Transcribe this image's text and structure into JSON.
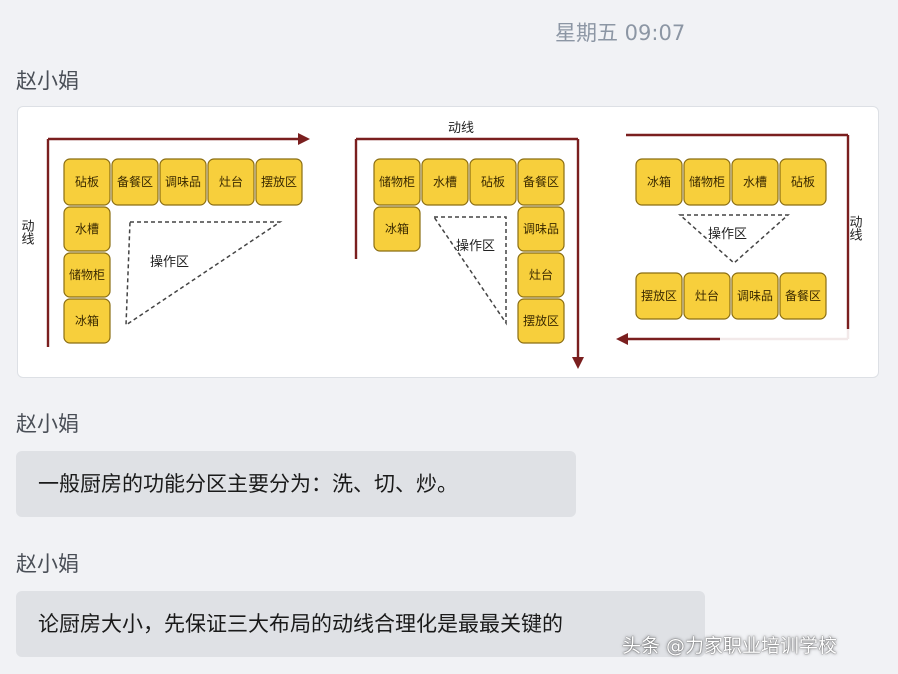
{
  "chat": {
    "timestamp": "星期五 09:07",
    "messages": [
      {
        "sender": "赵小娟"
      },
      {
        "sender": "赵小娟",
        "text": "一般厨房的功能分区主要分为：洗、切、炒。"
      },
      {
        "sender": "赵小娟",
        "text": "论厨房大小，先保证三大布局的动线合理化是最最关键的"
      }
    ]
  },
  "diagram": {
    "flow_label": "动线",
    "work_zone_label": "操作区",
    "layouts": [
      {
        "name": "L-shape",
        "top_row": [
          "砧板",
          "备餐区",
          "调味品",
          "灶台",
          "摆放区"
        ],
        "left_col": [
          "水槽",
          "储物柜",
          "冰箱"
        ]
      },
      {
        "name": "U-shape",
        "top_row": [
          "储物柜",
          "水槽",
          "砧板",
          "备餐区"
        ],
        "left_col": [
          "冰箱"
        ],
        "right_col": [
          "调味品",
          "灶台",
          "摆放区"
        ]
      },
      {
        "name": "Parallel",
        "top_row": [
          "冰箱",
          "储物柜",
          "水槽",
          "砧板"
        ],
        "bottom_row": [
          "摆放区",
          "灶台",
          "调味品",
          "备餐区"
        ]
      }
    ],
    "colors": {
      "box": "#f7cf3c",
      "arrow": "#7a1f1f"
    }
  },
  "watermark": "头条 @力家职业培训学校"
}
